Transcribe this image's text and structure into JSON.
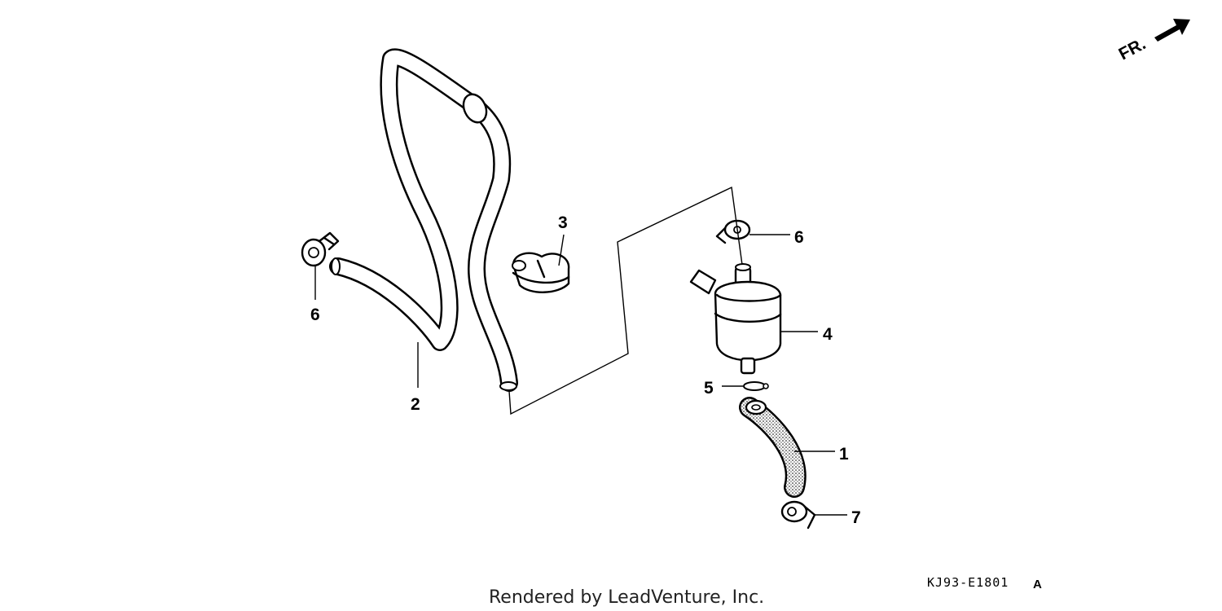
{
  "diagram": {
    "orientation_label": "FR.",
    "drawing_code": "KJ93-E1801",
    "drawing_code_suffix": "A",
    "credit": "Rendered by LeadVenture, Inc.",
    "callouts": {
      "hose_long": "2",
      "clip_left": "6",
      "holder": "3",
      "clip_top": "6",
      "filter": "4",
      "band": "5",
      "hose_short": "1",
      "clip_bottom": "7"
    }
  }
}
